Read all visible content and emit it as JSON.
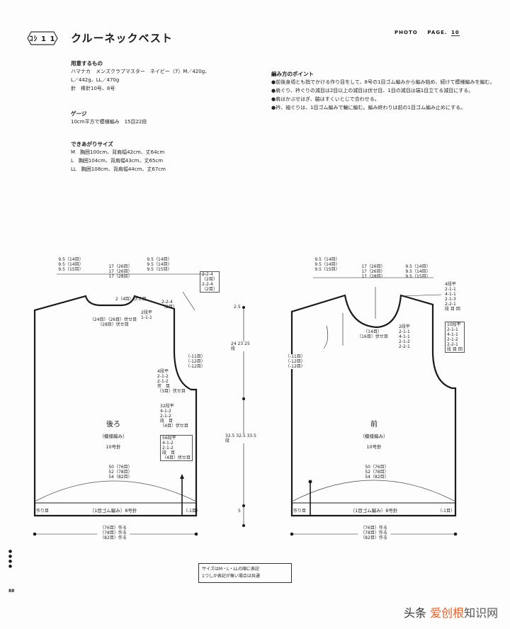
{
  "header": {
    "badge": "ｺｼ 1 1",
    "title": "クルーネックベスト",
    "photo_label": "PHOTO",
    "page_label": "PAGE.",
    "page_number": "10"
  },
  "materials": {
    "heading": "用意するもの",
    "lines": [
      "ハマナカ　メンズクラブマスター　ネイビー（7）M／420g、",
      "L／442g、LL／470g",
      "針　棒針10号、8号"
    ]
  },
  "gauge": {
    "heading": "ゲージ",
    "lines": [
      "10cm平方で模様編み　15目22段"
    ]
  },
  "sizes": {
    "heading": "できあがりサイズ",
    "lines": [
      "M　胸囲100cm、背肩幅42cm、丈64cm",
      "L　胸囲104cm、背肩幅43cm、丈65cm",
      "LL　胸囲108cm、背肩幅44cm、丈67cm"
    ]
  },
  "points": {
    "heading": "編み方のポイント",
    "items": [
      "●前後身頃とも指でかける作り目をして、8号の1目ゴム編みから編み始め、続けて模様編みを編む。",
      "●肩ぐり、衿ぐりの減目は2目以上の減目は伏せ目、1目の減目は端1目立てる減目にする。",
      "●肩はかぶせはぎ、脇はすくいとじで合わせる。",
      "●衿、袖ぐりは、1目ゴム編みで輪に編む。編み終わりは前の1目ゴム編み止めにする。"
    ]
  },
  "back": {
    "name": "後ろ",
    "stitch": "（模様編み）",
    "needle": "10号針",
    "top_left": [
      "9.5（14目）",
      "9.5（14目）",
      "9.5（15目）"
    ],
    "top_mid": [
      "17（26目）",
      "17（26目）",
      "17（28目）"
    ],
    "top_right": [
      "9.5（14目）",
      "9.5（14目）",
      "9.5（15目）"
    ],
    "neck": [
      "2（4目）伏せ目"
    ],
    "neck_rows": [
      "2段平",
      "1-1-1"
    ],
    "neck_center": [
      "（24目）（26目）伏せ目",
      "（28目）伏せ目"
    ],
    "shoulder_rows": [
      "2-2-4",
      "（2目）"
    ],
    "shoulder_box": [
      "2-2-4",
      "（2目）",
      "2-2-4",
      "（2目）"
    ],
    "armhole_dec": [
      "（-11目）",
      "（-12目）",
      "（-12目）"
    ],
    "armhole_rows_1": [
      "4段平",
      "2-1-2",
      "2-1-2",
      "伏　目",
      "（3目）伏せ目"
    ],
    "armhole_rows_2": [
      "32段平",
      "4-1-2",
      "2-1-2",
      "段　目",
      "（4目）伏せ目"
    ],
    "armhole_rows_3": [
      "56段平",
      "4-1-2",
      "2-1-2",
      "段　目",
      "（4目）伏せ目"
    ],
    "bottom_width": [
      "50（76目）",
      "52（78目）",
      "54（82目）"
    ],
    "ribbing": "（1目ゴム編み）8号針",
    "ribbing_left": "作り目",
    "ribbing_right": "（-1目）",
    "total_width": [
      "（76目）作る",
      "（78目）作る",
      "（82目）作る"
    ]
  },
  "front": {
    "name": "前",
    "stitch": "（模様編み）",
    "needle": "10号針",
    "top_left": [
      "9.5（14目）",
      "9.5（14目）",
      "9.5（15目）"
    ],
    "top_mid": [
      "17（26目）",
      "17（26目）",
      "17（28目）"
    ],
    "top_right": [
      "9.5（14目）",
      "9.5（14目）",
      "9.5（15目）"
    ],
    "neck_center": [
      "（14目）",
      "（16目）伏せ目"
    ],
    "neck_rows": [
      "2段平",
      "2-1-1",
      "4-1-1",
      "2-1-2",
      "2-2-1"
    ],
    "right_rows_1": [
      "4段平",
      "2-1-1",
      "4-1-1",
      "2-1-3",
      "2-2-1",
      "段 目 回"
    ],
    "right_rows_2": [
      "10段平",
      "2-1-1",
      "4-1-1",
      "2-1-2",
      "2-2-1",
      "段 目 回"
    ],
    "armhole_dec": [
      "（-11目）",
      "（-12目）",
      "（-12目）"
    ],
    "bottom_width": [
      "50（76目）",
      "52（78目）",
      "54（82目）"
    ],
    "ribbing": "（1目ゴム編み）8号針",
    "ribbing_left": "作り目",
    "ribbing_right": "（-1目）",
    "total_width": [
      "（76目）作る",
      "（78目）作る",
      "（82目）作る"
    ]
  },
  "center_scale": {
    "top": "2.5",
    "upper": [
      "24",
      "23",
      "25"
    ],
    "upper_unit": "段",
    "lower": [
      "32.5",
      "32.5",
      "33.5"
    ],
    "lower_unit": "段",
    "bottom": "5"
  },
  "note": {
    "lines": [
      "サイズはM・L・LLの順に表記",
      "1つしか表記が無い場合は共通"
    ]
  },
  "side_marks": "●●●●",
  "page_foot": "88",
  "watermark": {
    "prefix": "头条",
    "site_a": "爱创根",
    "site_b": "知识网"
  }
}
